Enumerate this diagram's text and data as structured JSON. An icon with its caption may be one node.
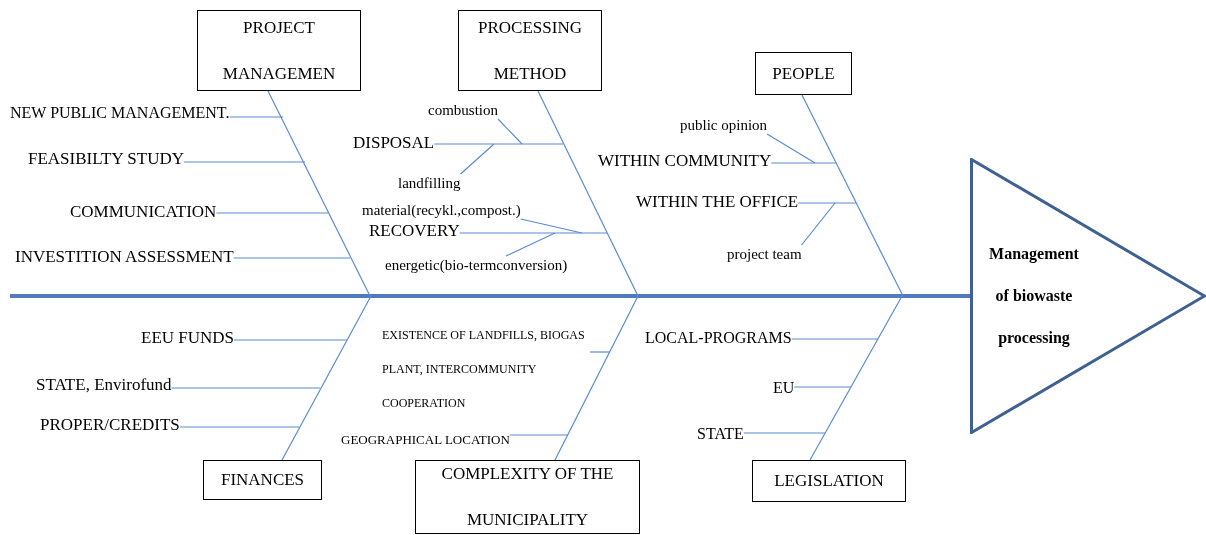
{
  "diagram": {
    "nodes": [
      {
        "text": [
          "PROJECT MANAGEMEN"
        ]
      },
      {
        "text": [
          "PROCESSING METHOD"
        ]
      },
      {
        "text": [
          "PEOPLE"
        ]
      },
      {
        "text": [
          "NEW PUBLIC MANAGEMENT."
        ]
      },
      {
        "text": [
          "combustion"
        ]
      },
      {
        "text": [
          "DISPOSAL"
        ]
      },
      {
        "text": [
          "public opinion"
        ]
      },
      {
        "text": [
          "FEASIBILTY STUDY"
        ]
      },
      {
        "text": [
          "WITHIN COMMUNITY"
        ]
      },
      {
        "text": [
          "landfilling"
        ]
      },
      {
        "text": [
          "WITHIN THE OFFICE"
        ]
      },
      {
        "text": [
          "material(recykl.,compost.)"
        ]
      },
      {
        "text": [
          "COMMUNICATION"
        ]
      },
      {
        "text": [
          "RECOVERY"
        ]
      },
      {
        "text": [
          "project team"
        ]
      },
      {
        "text": [
          "energetic(bio-termconversion)"
        ]
      },
      {
        "text": [
          "INVESTITION ASSESSMENT"
        ]
      },
      {
        "text": [
          "Management of biowaste processing"
        ]
      },
      {
        "text": [
          "EEU FUNDS"
        ]
      },
      {
        "text": [
          "LOCAL-PROGRAMS"
        ]
      },
      {
        "text": [
          "EXISTENCE OF LANDFILLS, BIOGAS PLANT, INTERCOMMUNITY COOPERATION"
        ]
      },
      {
        "text": [
          "STATE, Envirofund"
        ]
      },
      {
        "text": [
          "EU"
        ]
      },
      {
        "text": [
          "PROPER/CREDITS"
        ]
      },
      {
        "text": [
          "GEOGRAPHICAL LOCATION"
        ]
      },
      {
        "text": [
          "STATE"
        ]
      },
      {
        "text": [
          "FINANCES"
        ]
      },
      {
        "text": [
          "COMPLEXITY OF THE MUNICIPALITY"
        ]
      },
      {
        "text": [
          "LEGISLATION"
        ]
      }
    ],
    "edges": [
      {
        "from": null,
        "to": 17,
        "arrow": "none",
        "style": "thick"
      },
      {
        "from": 0,
        "to": null,
        "arrow": "none"
      },
      {
        "from": 1,
        "to": null,
        "arrow": "none"
      },
      {
        "from": 2,
        "to": null,
        "arrow": "none"
      },
      {
        "from": 26,
        "to": null,
        "arrow": "none"
      },
      {
        "from": 27,
        "to": null,
        "arrow": "none"
      },
      {
        "from": 28,
        "to": null,
        "arrow": "none"
      },
      {
        "from": 3,
        "to": null,
        "arrow": "none"
      },
      {
        "from": 7,
        "to": null,
        "arrow": "none"
      },
      {
        "from": 12,
        "to": null,
        "arrow": "none"
      },
      {
        "from": 16,
        "to": null,
        "arrow": "none"
      },
      {
        "from": 5,
        "to": null,
        "arrow": "none"
      },
      {
        "from": 4,
        "to": null,
        "arrow": "none"
      },
      {
        "from": 9,
        "to": null,
        "arrow": "none"
      },
      {
        "from": 13,
        "to": null,
        "arrow": "none"
      },
      {
        "from": 11,
        "to": null,
        "arrow": "none"
      },
      {
        "from": 15,
        "to": null,
        "arrow": "none"
      },
      {
        "from": 8,
        "to": null,
        "arrow": "none"
      },
      {
        "from": 6,
        "to": null,
        "arrow": "none"
      },
      {
        "from": 10,
        "to": null,
        "arrow": "none"
      },
      {
        "from": 14,
        "to": null,
        "arrow": "none"
      },
      {
        "from": 18,
        "to": null,
        "arrow": "none"
      },
      {
        "from": 21,
        "to": null,
        "arrow": "none"
      },
      {
        "from": 23,
        "to": null,
        "arrow": "none"
      },
      {
        "from": 20,
        "to": null,
        "arrow": "none"
      },
      {
        "from": 24,
        "to": null,
        "arrow": "none"
      },
      {
        "from": 19,
        "to": null,
        "arrow": "none"
      },
      {
        "from": 22,
        "to": null,
        "arrow": "none"
      },
      {
        "from": 25,
        "to": null,
        "arrow": "none"
      }
    ]
  }
}
